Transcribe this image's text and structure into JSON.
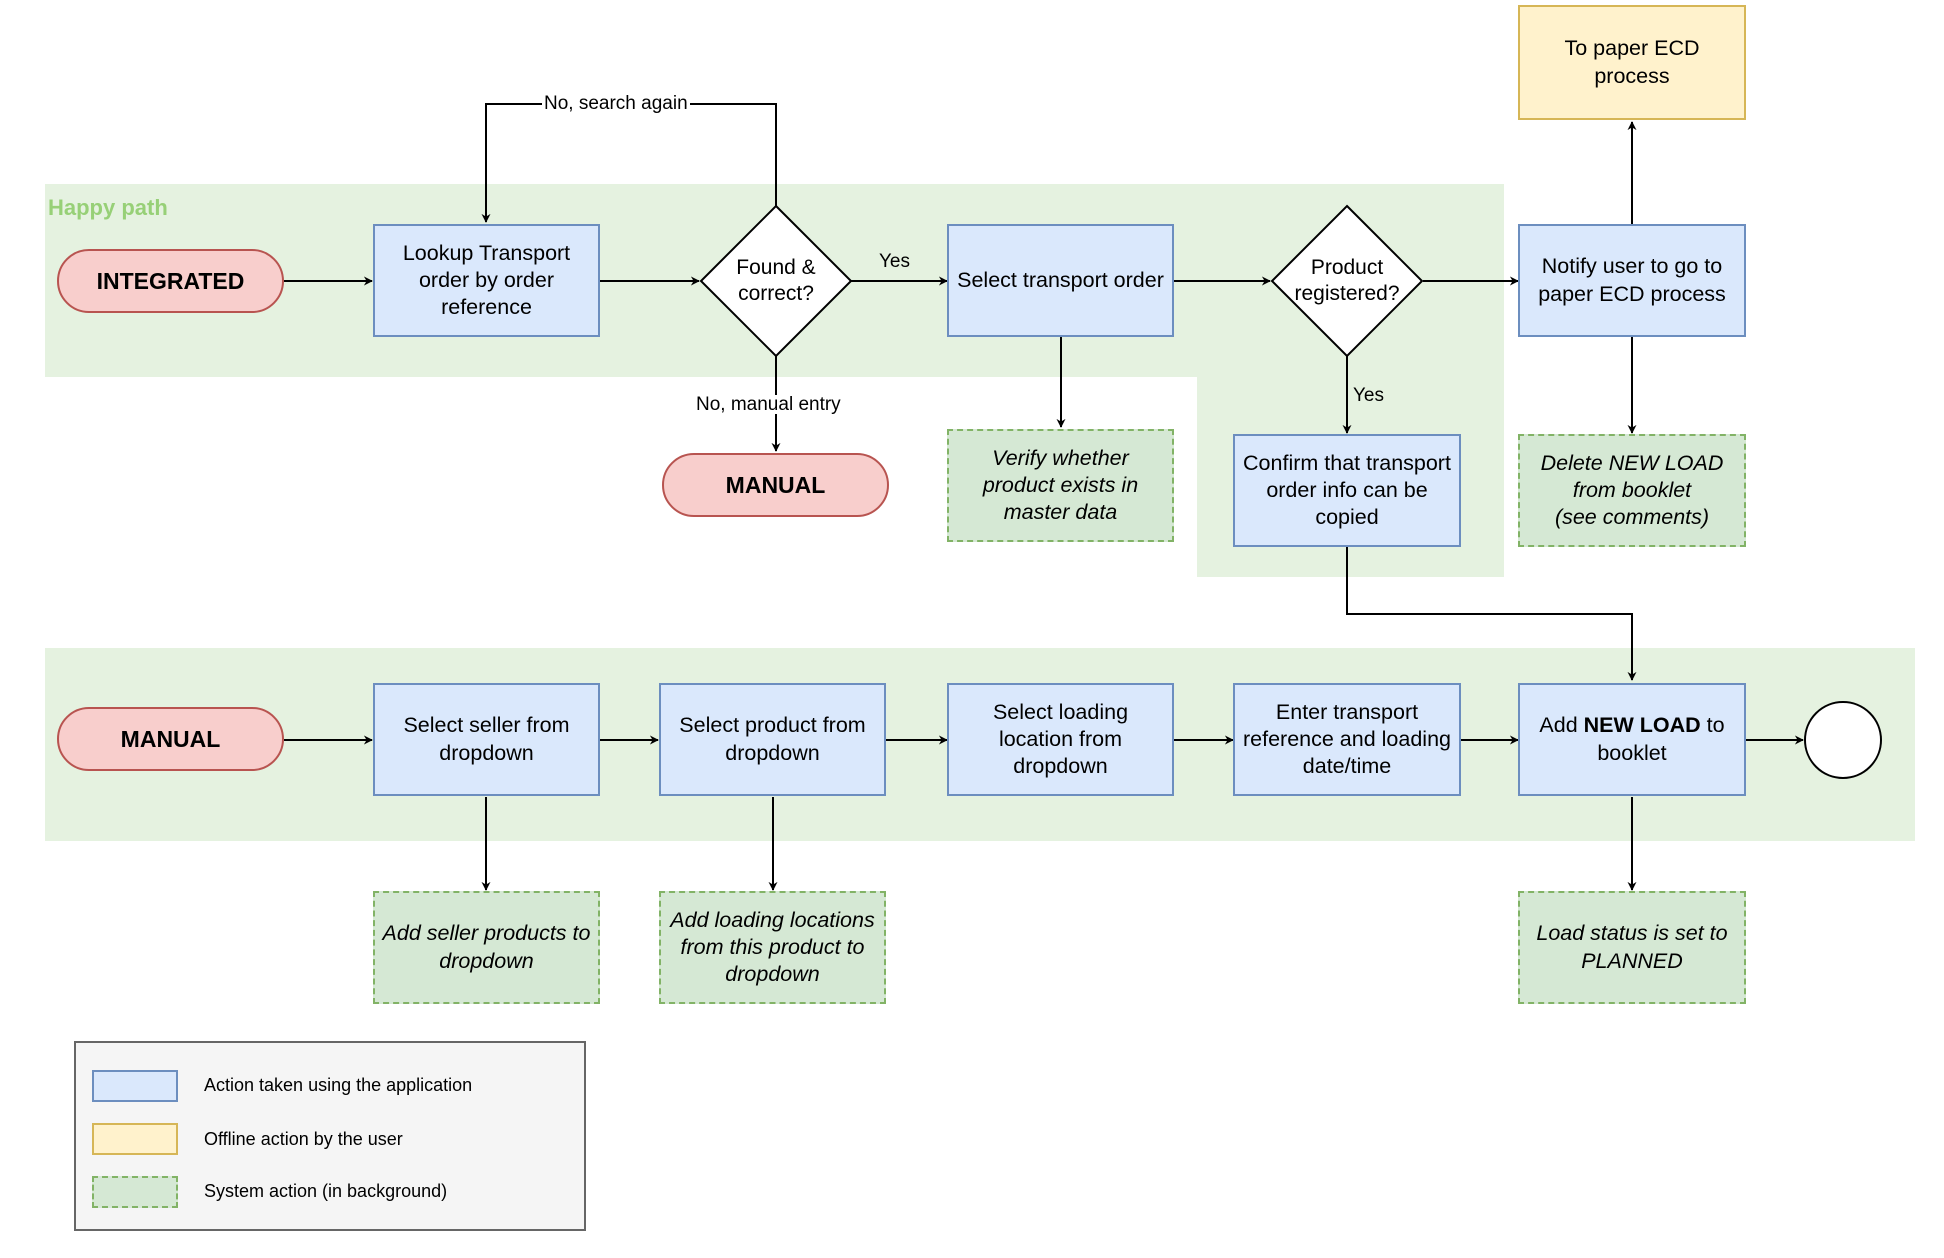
{
  "zone_label": "Happy path",
  "terminals": {
    "integrated": "INTEGRATED",
    "manual_top": "MANUAL",
    "manual_bottom": "MANUAL"
  },
  "decisions": {
    "found_correct": "Found &\ncorrect?",
    "product_registered": "Product\nregistered?"
  },
  "edge_labels": {
    "search_again": "No, search again",
    "yes_found": "Yes",
    "manual_entry": "No, manual entry",
    "yes_registered": "Yes"
  },
  "actions": {
    "lookup": "Lookup Transport\norder by order\nreference",
    "select_order": "Select transport order",
    "notify": "Notify user to go to\npaper ECD process",
    "confirm": "Confirm that transport\norder info can be\ncopied",
    "select_seller": "Select seller from\ndropdown",
    "select_product": "Select product from\ndropdown",
    "select_location": "Select loading\nlocation from\ndropdown",
    "enter_reference": "Enter transport\nreference and loading\ndate/time",
    "add_load_prefix": "Add ",
    "add_load_bold": "NEW LOAD",
    "add_load_suffix": " to\nbooklet"
  },
  "offline": {
    "paper_ecd": "To paper ECD\nprocess"
  },
  "system": {
    "verify": "Verify whether\nproduct exists in\nmaster data",
    "delete_load": "Delete NEW LOAD\nfrom booklet\n(see comments)",
    "seller_products": "Add seller products to\ndropdown",
    "loading_locations": "Add loading locations\nfrom this product to\ndropdown",
    "status_planned": "Load status is set to\nPLANNED"
  },
  "legend": {
    "items": [
      {
        "label": "Action taken using the application",
        "kind": "action"
      },
      {
        "label": "Offline action by the user",
        "kind": "offline"
      },
      {
        "label": "System action (in background)",
        "kind": "system"
      }
    ]
  },
  "colors": {
    "zone": "#e5f2e0",
    "zone_label": "#97d077",
    "action_fill": "#dae8fc",
    "action_stroke": "#6c8ebf",
    "offline_fill": "#fff2cc",
    "offline_stroke": "#d6b656",
    "system_fill": "#d5e8d4",
    "system_stroke": "#82b366",
    "terminal_fill": "#f8cecc",
    "terminal_stroke": "#b85450"
  }
}
